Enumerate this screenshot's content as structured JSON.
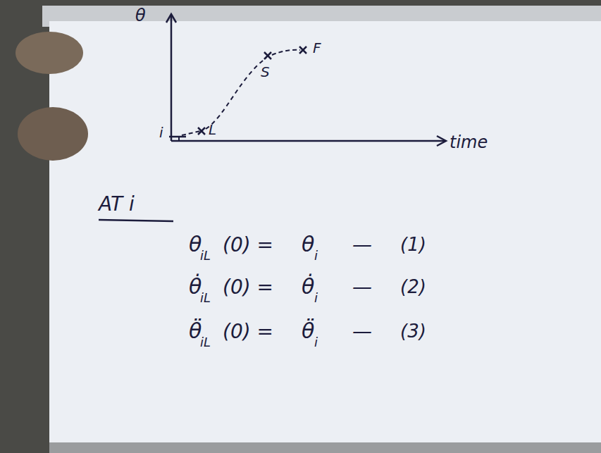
{
  "diagram": {
    "labels": [
      "θ",
      "i",
      "L",
      "S",
      "F",
      "time",
      "AT i",
      "θ",
      "iL",
      "(0) =",
      "θ",
      "i",
      "—",
      "(1)",
      "θ̇",
      "iL",
      "(0) =",
      "θ̇",
      "i",
      "—",
      "(2)",
      "θ̈",
      "iL",
      "(0) =",
      "θ̈",
      "i",
      "—",
      "(3)"
    ]
  }
}
